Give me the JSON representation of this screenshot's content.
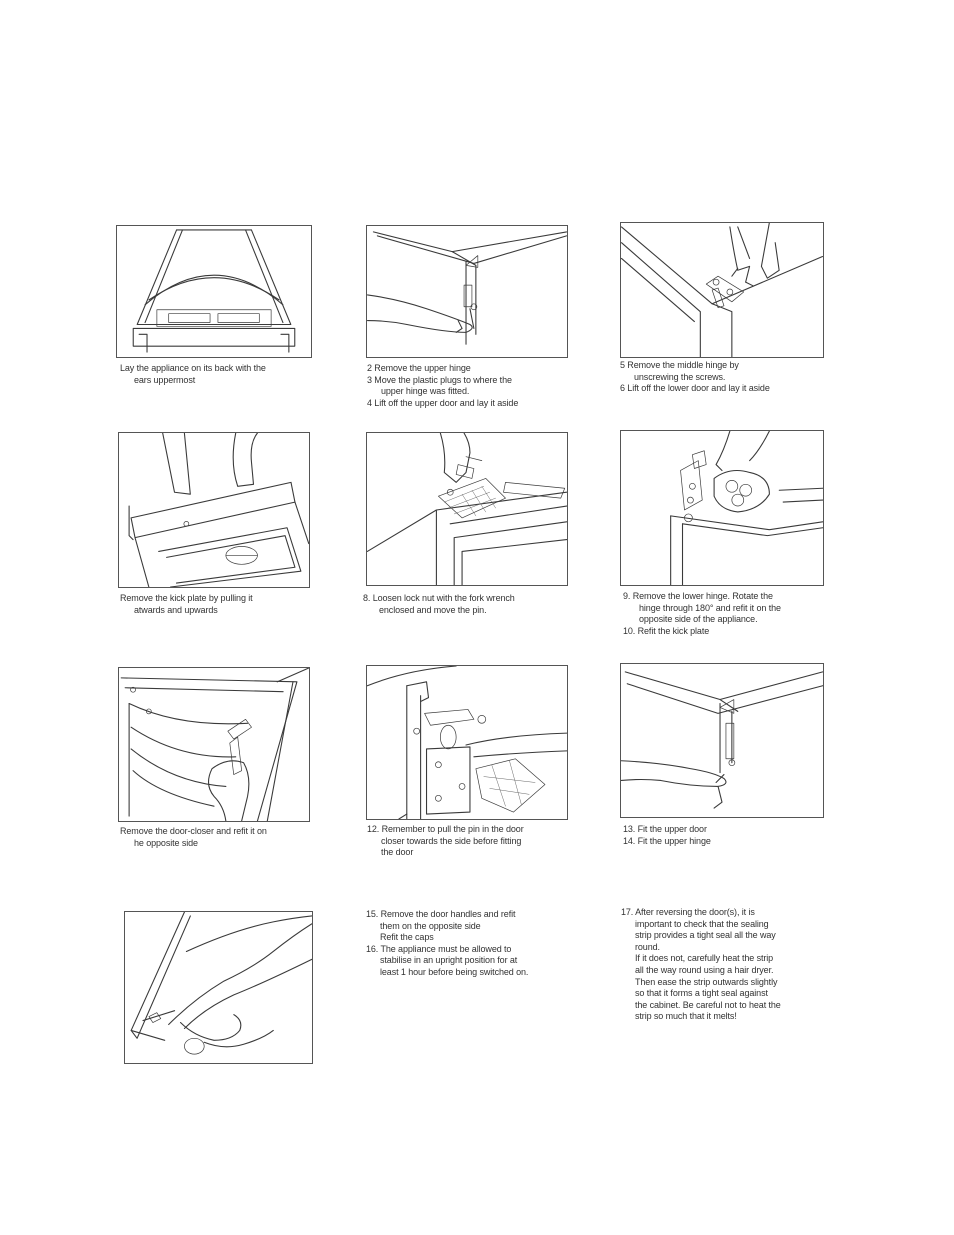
{
  "captions": {
    "c1": [
      "Lay the appliance on its back with the",
      "ears uppermost"
    ],
    "c2": [
      "2  Remove the upper hinge",
      "3  Move the plastic plugs to where the",
      "upper hinge was fitted.",
      "4  Lift off the upper door and lay it aside"
    ],
    "c3": [
      "5  Remove the middle hinge by",
      "unscrewing the screws.",
      "6  Lift off the lower door and lay it aside"
    ],
    "c4": [
      "Remove the kick plate by pulling it",
      "atwards and upwards"
    ],
    "c5": [
      "8.    Loosen lock nut with the fork wrench",
      "enclosed and move the pin."
    ],
    "c6": [
      "9.    Remove the lower hinge. Rotate the",
      "hinge through 180° and refit it on the",
      "opposite side of the appliance.",
      "10.  Refit the kick plate"
    ],
    "c7": [
      "Remove the door-closer and refit it on",
      "he opposite side"
    ],
    "c8": [
      "12. Remember to pull the pin in the door",
      "closer towards the side before fitting",
      "the door"
    ],
    "c9": [
      "13. Fit the upper door",
      "14.  Fit the upper hinge"
    ],
    "c10": [
      "15. Remove the door handles and refit",
      "them on the opposite side",
      "Refit the caps",
      "16. The appliance must be allowed to",
      "stabilise in an upright position for at",
      "least 1 hour before being switched on."
    ],
    "c11": [
      "17. After reversing the door(s), it is",
      "important to check that the sealing",
      "strip provides a tight seal all the way",
      "round.",
      "If it does not, carefully heat the strip",
      "all the way round using a hair dryer.",
      "Then ease the strip outwards slightly",
      "so that it forms a tight  seal against",
      "the cabinet. Be careful not to heat the",
      "strip so much that it melts!"
    ]
  }
}
